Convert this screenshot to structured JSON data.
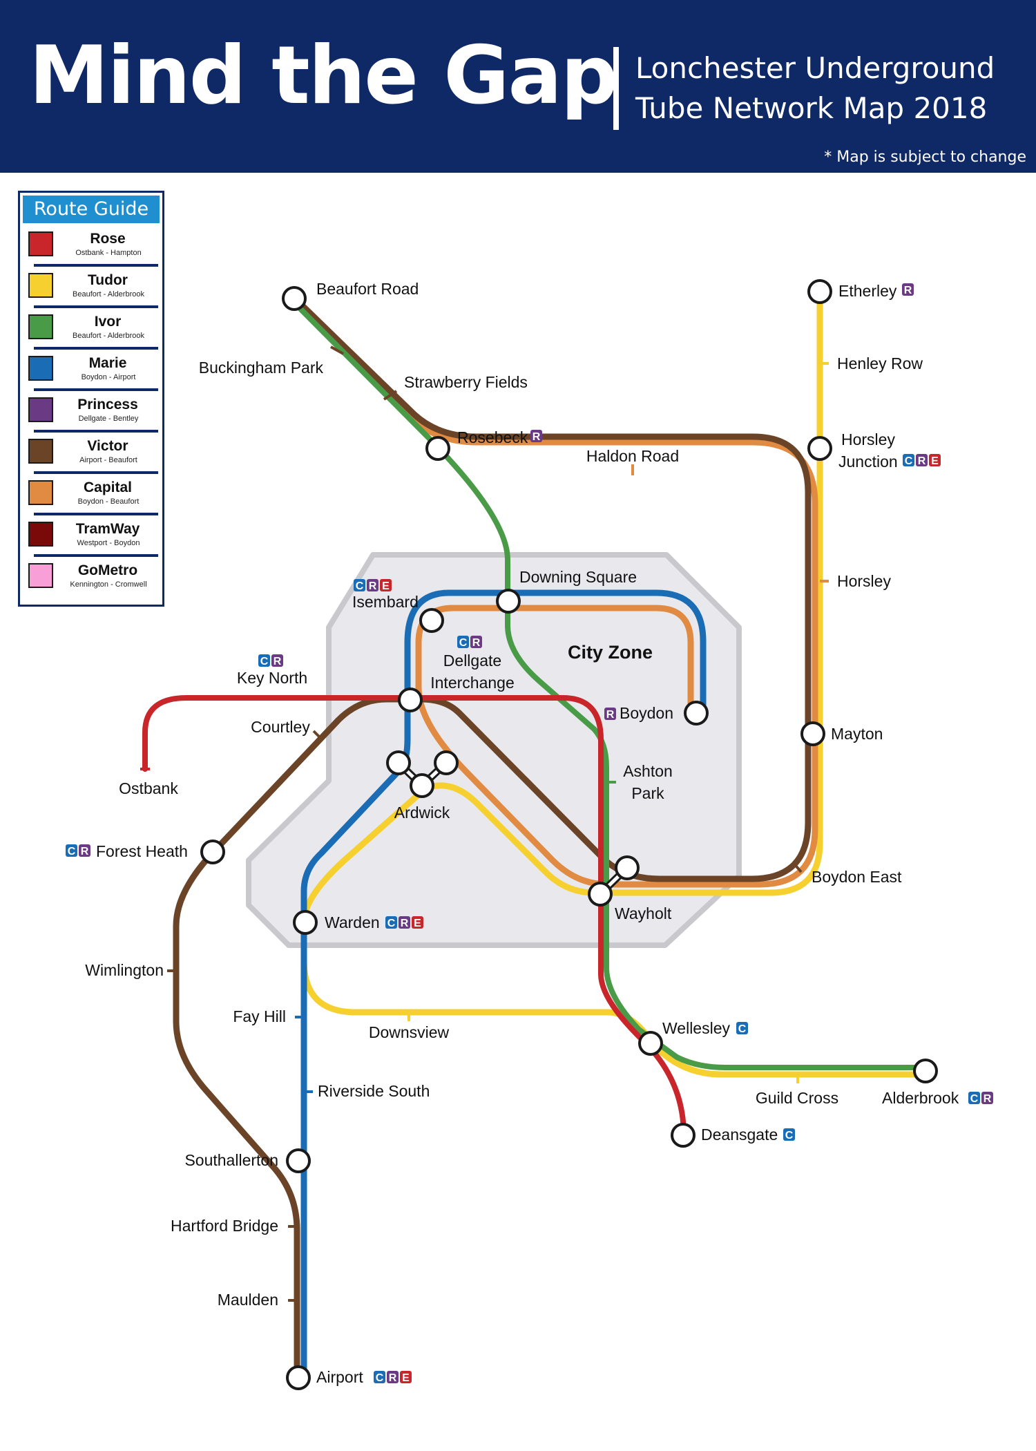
{
  "header": {
    "title": "Mind the Gap",
    "subtitle_line1": "Lonchester Underground",
    "subtitle_line2": "Tube Network Map 2018",
    "disclaimer": "* Map is subject to change",
    "background_color": "#0f2866"
  },
  "legend": {
    "title": "Route Guide",
    "routes": [
      {
        "name": "Rose",
        "span": "Ostbank - Hampton",
        "color": "#c8262b"
      },
      {
        "name": "Tudor",
        "span": "Beaufort - Alderbrook",
        "color": "#f5d02f"
      },
      {
        "name": "Ivor",
        "span": "Beaufort - Alderbrook",
        "color": "#4a9b47"
      },
      {
        "name": "Marie",
        "span": "Boydon - Airport",
        "color": "#1a6db5"
      },
      {
        "name": "Princess",
        "span": "Dellgate - Bentley",
        "color": "#6b3a84"
      },
      {
        "name": "Victor",
        "span": "Airport - Beaufort",
        "color": "#6b4428"
      },
      {
        "name": "Capital",
        "span": "Boydon - Beaufort",
        "color": "#e08a42"
      },
      {
        "name": "TramWay",
        "span": "Westport - Boydon",
        "color": "#7a0a0a"
      },
      {
        "name": "GoMetro",
        "span": "Kennington - Cromwell",
        "color": "#f79fd6"
      }
    ]
  },
  "map": {
    "zone_label": "City Zone",
    "badge_colors": {
      "C": "#1a6db5",
      "R": "#6b3a84",
      "E": "#c8262b"
    },
    "stations": [
      {
        "name": "Beaufort Road",
        "badges": []
      },
      {
        "name": "Buckingham Park",
        "badges": []
      },
      {
        "name": "Strawberry Fields",
        "badges": []
      },
      {
        "name": "Rosebeck",
        "badges": [
          "R"
        ]
      },
      {
        "name": "Haldon Road",
        "badges": []
      },
      {
        "name": "Etherley",
        "badges": [
          "R"
        ]
      },
      {
        "name": "Henley Row",
        "badges": []
      },
      {
        "name": "Horsley",
        "badges": []
      },
      {
        "name": "Junction",
        "badges": [
          "C",
          "R",
          "E"
        ]
      },
      {
        "name": "Horsley",
        "badges": []
      },
      {
        "name": "Downing Square",
        "badges": []
      },
      {
        "name": "Isembard",
        "badges": [
          "C",
          "R",
          "E"
        ]
      },
      {
        "name": "Dellgate",
        "badges": [
          "C",
          "R"
        ]
      },
      {
        "name": "Interchange",
        "badges": []
      },
      {
        "name": "Key North",
        "badges": [
          "C",
          "R"
        ]
      },
      {
        "name": "Boydon",
        "badges": [
          "R"
        ]
      },
      {
        "name": "Mayton",
        "badges": []
      },
      {
        "name": "Courtley",
        "badges": []
      },
      {
        "name": "Ostbank",
        "badges": []
      },
      {
        "name": "Ashton",
        "badges": []
      },
      {
        "name": "Park",
        "badges": []
      },
      {
        "name": "Ardwick",
        "badges": []
      },
      {
        "name": "Forest Heath",
        "badges": [
          "C",
          "R"
        ]
      },
      {
        "name": "Boydon East",
        "badges": []
      },
      {
        "name": "Wayholt",
        "badges": []
      },
      {
        "name": "Warden",
        "badges": [
          "C",
          "R",
          "E"
        ]
      },
      {
        "name": "Wimlington",
        "badges": []
      },
      {
        "name": "Fay Hill",
        "badges": []
      },
      {
        "name": "Downsview",
        "badges": []
      },
      {
        "name": "Wellesley",
        "badges": [
          "C"
        ]
      },
      {
        "name": "Riverside South",
        "badges": []
      },
      {
        "name": "Guild Cross",
        "badges": []
      },
      {
        "name": "Alderbrook",
        "badges": [
          "C",
          "R"
        ]
      },
      {
        "name": "Deansgate",
        "badges": [
          "C"
        ]
      },
      {
        "name": "Southallerton",
        "badges": []
      },
      {
        "name": "Hartford Bridge",
        "badges": []
      },
      {
        "name": "Maulden",
        "badges": []
      },
      {
        "name": "Airport",
        "badges": [
          "C",
          "R",
          "E"
        ]
      }
    ]
  }
}
